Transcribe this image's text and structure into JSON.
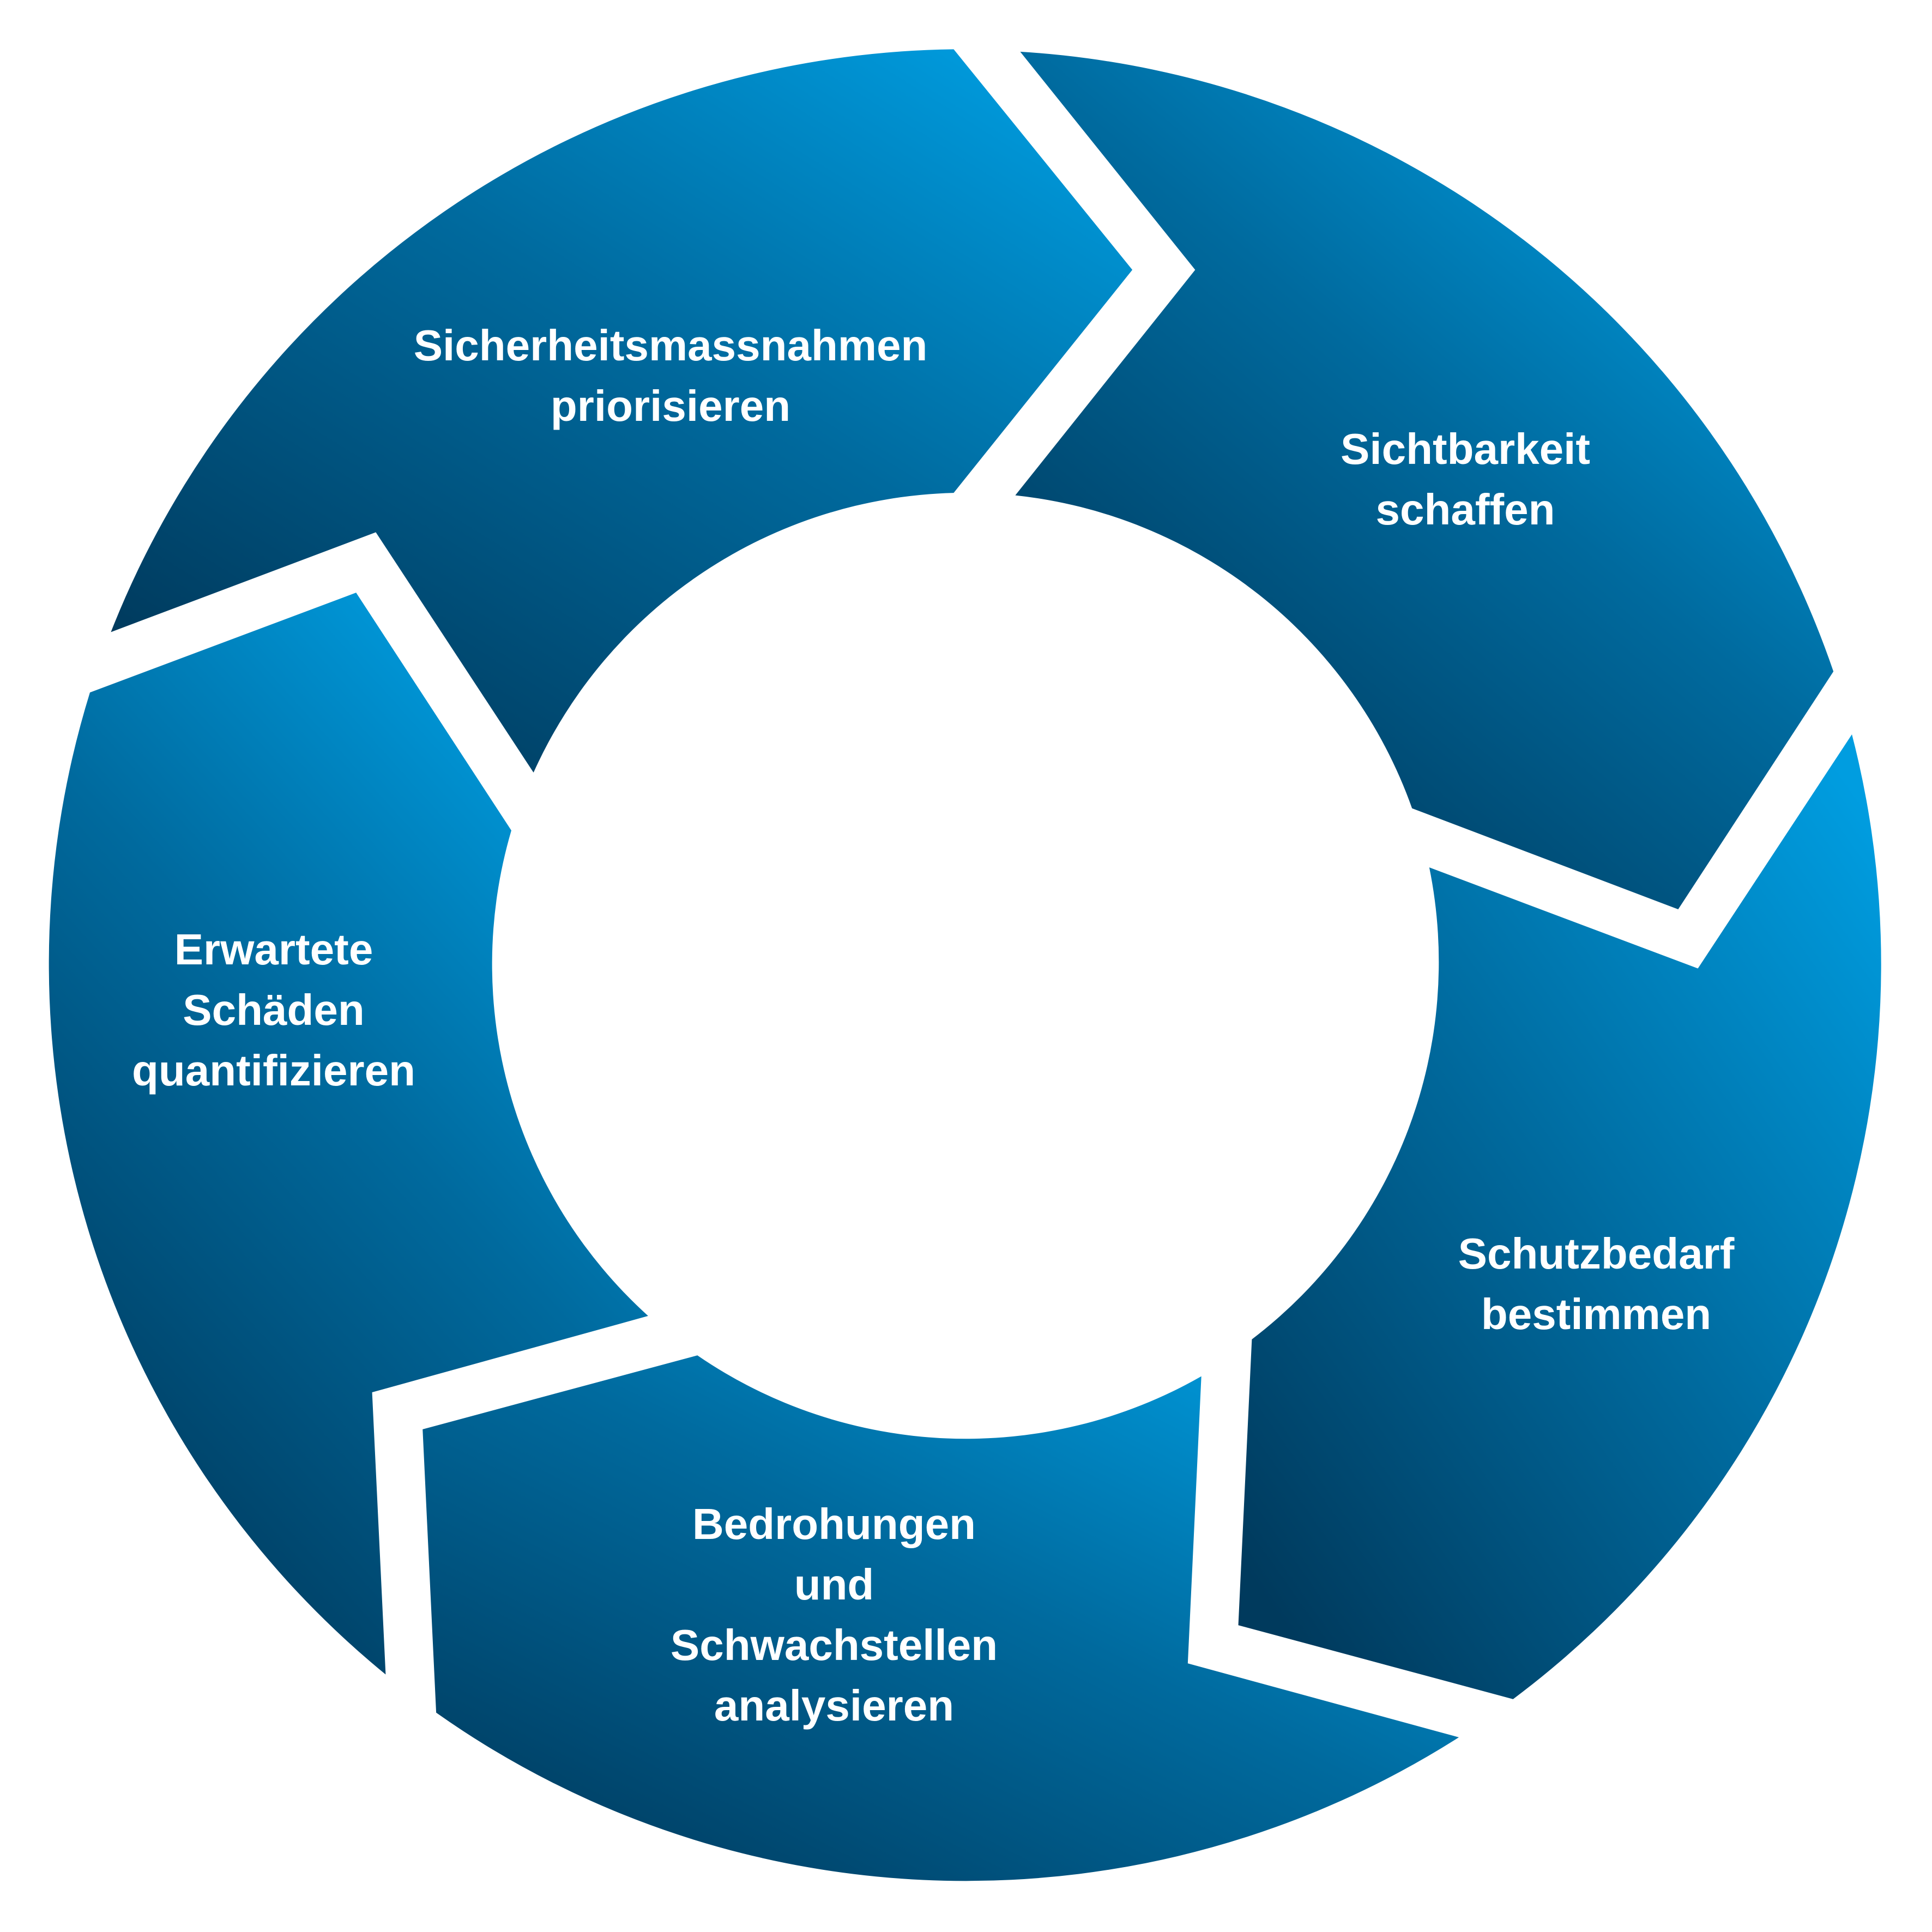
{
  "diagram": {
    "type": "cycle",
    "colors": {
      "dark": "#003A5D",
      "mid": "#006A9E",
      "bright": "#009DE0",
      "background": "#FFFFFF"
    },
    "segments": [
      {
        "id": "top",
        "lines": [
          "Sicherheitsmassnahmen",
          "priorisieren"
        ]
      },
      {
        "id": "right-top",
        "lines": [
          "Sichtbarkeit",
          "schaffen"
        ]
      },
      {
        "id": "right-bottom",
        "lines": [
          "Schutzbedarf",
          "bestimmen"
        ]
      },
      {
        "id": "bottom",
        "lines": [
          "Bedrohungen",
          "und",
          "Schwachstellen",
          "analysieren"
        ]
      },
      {
        "id": "left",
        "lines": [
          "Erwartete",
          "Schäden",
          "quantifizieren"
        ]
      }
    ]
  }
}
